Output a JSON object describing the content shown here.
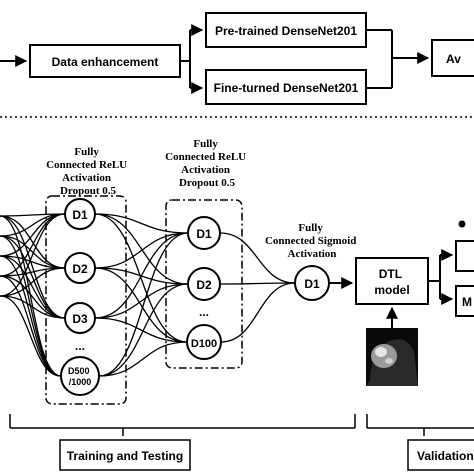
{
  "top": {
    "data_enhancement": "Data enhancement",
    "pretrained": "Pre-trained DenseNet201",
    "finetuned": "Fine-turned DenseNet201",
    "average_partial": "Av"
  },
  "layers": {
    "layer1_caption": [
      "Fully",
      "Connected ReLU",
      "Activation",
      "Dropout 0.5"
    ],
    "layer2_caption": [
      "Fully",
      "Connected ReLU",
      "Activation",
      "Dropout 0.5"
    ],
    "output_caption": [
      "Fully",
      "Connected Sigmoid",
      "Activation"
    ],
    "layer1_nodes": [
      "D1",
      "D2",
      "D3",
      "...",
      "D500\n/1000"
    ],
    "layer2_nodes": [
      "D1",
      "D2",
      "...",
      "D100"
    ],
    "output_node": "D1",
    "dtl_model": [
      "DTL",
      "model"
    ],
    "right_partial_top": "",
    "right_partial_bottom": "M"
  },
  "bottom": {
    "training_testing": "Training and Testing",
    "validation_partial": "Validation"
  },
  "colors": {
    "line": "#000000",
    "box_fill": "#ffffff"
  }
}
